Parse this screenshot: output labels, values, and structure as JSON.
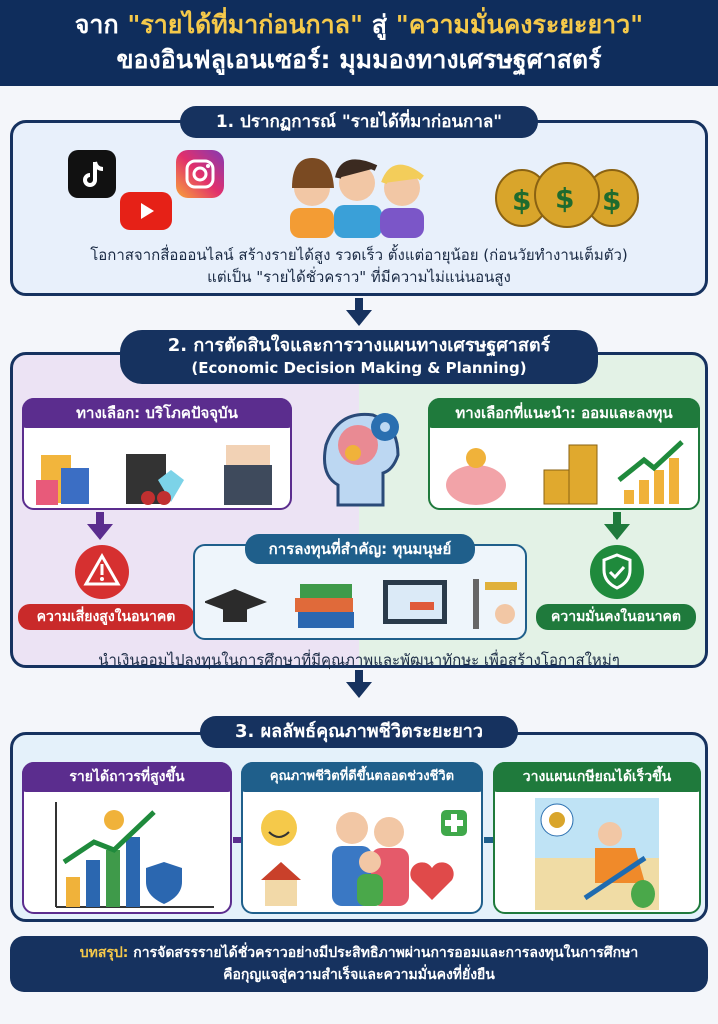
{
  "header": {
    "title_prefix": "จาก ",
    "title_quote1": "\"รายได้ที่มาก่อนกาล\"",
    "title_mid": " สู่ ",
    "title_quote2": "\"ความมั่นคงระยะยาว\"",
    "subtitle": "ของอินฟลูเอนเซอร์: มุมมองทางเศรษฐศาสตร์"
  },
  "section1": {
    "title": "1. ปรากฏการณ์ \"รายได้ที่มาก่อนกาล\"",
    "line1": "โอกาสจากสื่อออนไลน์ สร้างรายได้สูง รวดเร็ว ตั้งแต่อายุน้อย (ก่อนวัยทำงานเต็มตัว)",
    "line2": "แต่เป็น \"รายได้ชั่วคราว\" ที่มีความไม่แน่นอนสูง"
  },
  "section2": {
    "title": "2. การตัดสินใจและการวางแผนทางเศรษฐศาสตร์",
    "subtitle": "(Economic Decision Making & Planning)",
    "left_card": "ทางเลือก: บริโภคปัจจุบัน",
    "right_card": "ทางเลือกที่แนะนำ: ออมและลงทุน",
    "risk_label": "ความเสี่ยงสูงในอนาคต",
    "security_label": "ความมั่นคงในอนาคต",
    "center_card": "การลงทุนที่สำคัญ: ทุนมนุษย์",
    "footer": "นำเงินออมไปลงทุนในการศึกษาที่มีคุณภาพและพัฒนาทักษะ เพื่อสร้างโอกาสใหม่ๆ"
  },
  "section3": {
    "title": "3. ผลลัพธ์คุณภาพชีวิตระยะยาว",
    "cards": [
      "รายได้ถาวรที่สูงขึ้น",
      "คุณภาพชีวิตที่ดีขึ้นตลอดช่วงชีวิต",
      "วางแผนเกษียณได้เร็วขึ้น"
    ]
  },
  "conclusion": {
    "label": "บทสรุป:",
    "line1": " การจัดสรรรายได้ชั่วคราวอย่างมีประสิทธิภาพผ่านการออมและการลงทุนในการศึกษา",
    "line2": "คือกุญแจสู่ความสำเร็จและความมั่นคงที่ยั่งยืน"
  },
  "colors": {
    "navy": "#16325f",
    "purple": "#5b2d8e",
    "green": "#1f7a3c",
    "blue": "#1f5f8b",
    "red": "#c92a2a",
    "gold": "#f5c94a"
  }
}
